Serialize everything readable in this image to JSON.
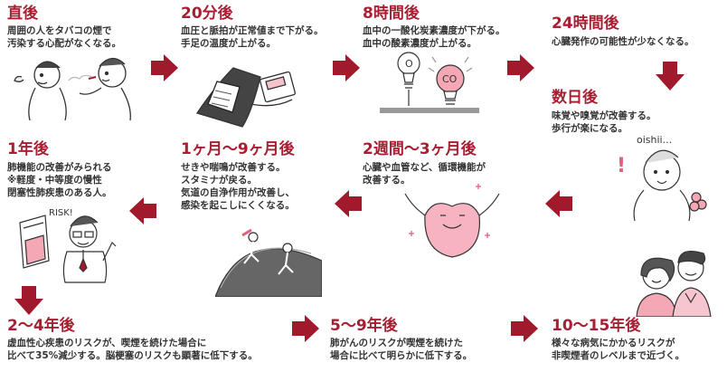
{
  "colors": {
    "title": "#a81e32",
    "arrow": "#a11a2c",
    "text": "#333333",
    "pink": "#ef8a99"
  },
  "steps": [
    {
      "title": "直後",
      "lines": [
        "周囲の人をタバコの煙で",
        "汚染する心配がなくなる。"
      ]
    },
    {
      "title": "20分後",
      "lines": [
        "血圧と脈拍が正常値まで下がる。",
        "手足の温度が上がる。"
      ]
    },
    {
      "title": "8時間後",
      "lines": [
        "血中の一酸化炭素濃度が下がる。",
        "血中の酸素濃度が上がる。"
      ]
    },
    {
      "title": "24時間後",
      "lines": [
        "心臓発作の可能性が少なくなる。"
      ]
    },
    {
      "title": "数日後",
      "lines": [
        "味覚や嗅覚が改善する。",
        "歩行が楽になる。"
      ]
    },
    {
      "title": "2週間～3ヶ月後",
      "lines": [
        "心臓や血管など、循環機能が",
        "改善する。"
      ]
    },
    {
      "title": "1ヶ月～9ヶ月後",
      "lines": [
        "せきや喘鳴が改善する。",
        "スタミナが戻る。",
        "気道の自浄作用が改善し、",
        "感染を起こしにくくなる。"
      ]
    },
    {
      "title": "1年後",
      "lines": [
        "肺機能の改善がみられる",
        "※軽度・中等度の慢性",
        "閉塞性肺疾患のある人。"
      ]
    },
    {
      "title": "2～4年後",
      "lines": [
        "虚血性心疾患のリスクが、喫煙を続けた場合に",
        "比べて35%減少する。脳梗塞のリスクも顕著に低下する。"
      ]
    },
    {
      "title": "5～9年後",
      "lines": [
        "肺がんのリスクが喫煙を続けた",
        "場合に比べて明らかに低下する。"
      ]
    },
    {
      "title": "10～15年後",
      "lines": [
        "様々な病気にかかるリスクが",
        "非喫煙者のレベルまで近づく。"
      ]
    }
  ],
  "labels": {
    "oxygen": "O",
    "co": "CO",
    "oishii": "oishii...",
    "exclaim": "!",
    "risk": "RISK!"
  }
}
